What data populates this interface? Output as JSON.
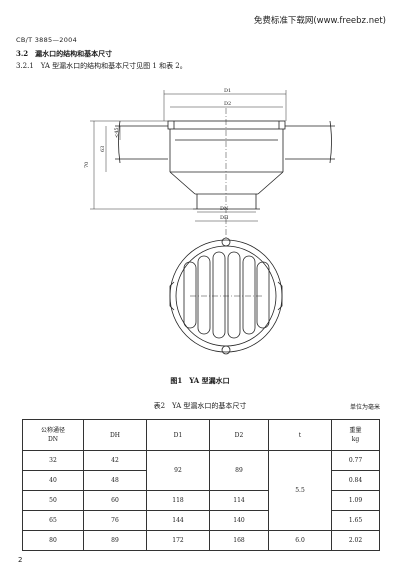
{
  "watermark": "免费标准下载网(www.freebz.net)",
  "doc": {
    "standard_no": "CB/T 3885—2004",
    "section_title": "3.2　漏水口的结构和基本尺寸",
    "section_text": "3.2.1　YA 型漏水口的结构和基本尺寸见图 1 和表 2。",
    "page_number": "2"
  },
  "figure": {
    "caption": "图1　YA 型漏水口",
    "labels": {
      "d1": "D1",
      "d2": "D2",
      "h_lt45": "<45",
      "h63": "63",
      "h70": "70",
      "dn": "DN",
      "dh": "DH"
    }
  },
  "table": {
    "caption": "表2　YA 型漏水口的基本尺寸",
    "unit": "单位为毫米",
    "headers": {
      "dn_line1": "公称通径",
      "dn_line2": "DN",
      "dh": "DH",
      "d1": "D1",
      "d2": "D2",
      "t": "t",
      "weight_line1": "重量",
      "weight_line2": "kg"
    },
    "rows": [
      {
        "dn": "32",
        "dh": "42",
        "d1": "92",
        "d2": "89",
        "t": "5.5",
        "weight": "0.77"
      },
      {
        "dn": "40",
        "dh": "48",
        "weight": "0.84"
      },
      {
        "dn": "50",
        "dh": "60",
        "d1": "118",
        "d2": "114",
        "weight": "1.09"
      },
      {
        "dn": "65",
        "dh": "76",
        "d1": "144",
        "d2": "140",
        "weight": "1.65"
      },
      {
        "dn": "80",
        "dh": "89",
        "d1": "172",
        "d2": "168",
        "t": "6.0",
        "weight": "2.02"
      }
    ]
  }
}
